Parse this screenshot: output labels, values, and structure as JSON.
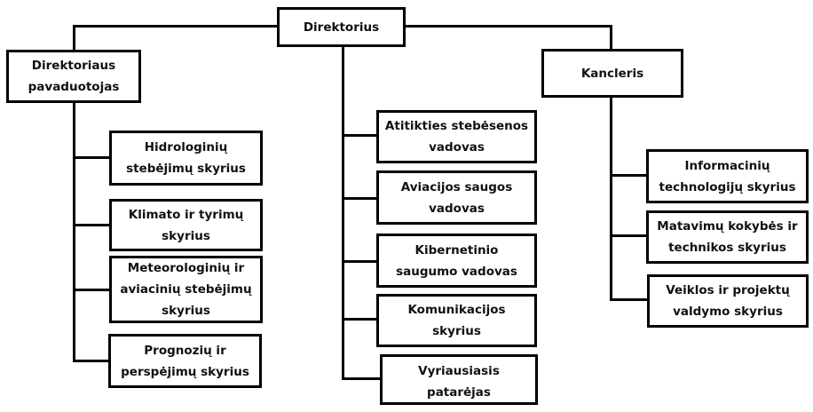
{
  "diagram": {
    "root": {
      "label": "Direktorius"
    },
    "deputy": {
      "label": "Direktoriaus pavaduotojas",
      "children": [
        {
          "label": "Hidrologinių stebėjimų skyrius"
        },
        {
          "label": "Klimato ir tyrimų skyrius"
        },
        {
          "label": "Meteorologinių ir aviacinių stebėjimų skyrius"
        },
        {
          "label": "Prognozių ir perspėjimų skyrius"
        }
      ]
    },
    "direct": {
      "children": [
        {
          "label": "Atitikties stebėsenos vadovas"
        },
        {
          "label": "Aviacijos saugos vadovas"
        },
        {
          "label": "Kibernetinio saugumo vadovas"
        },
        {
          "label": "Komunikacijos skyrius"
        },
        {
          "label": "Vyriausiasis patarėjas"
        }
      ]
    },
    "chancellor": {
      "label": "Kancleris",
      "children": [
        {
          "label": "Informacinių technologijų skyrius"
        },
        {
          "label": "Matavimų kokybės ir technikos skyrius"
        },
        {
          "label": "Veiklos ir projektų valdymo skyrius"
        }
      ]
    }
  },
  "colors": {
    "line": "#000000",
    "box_border": "#000000",
    "text": "#111111",
    "background": "#ffffff"
  }
}
